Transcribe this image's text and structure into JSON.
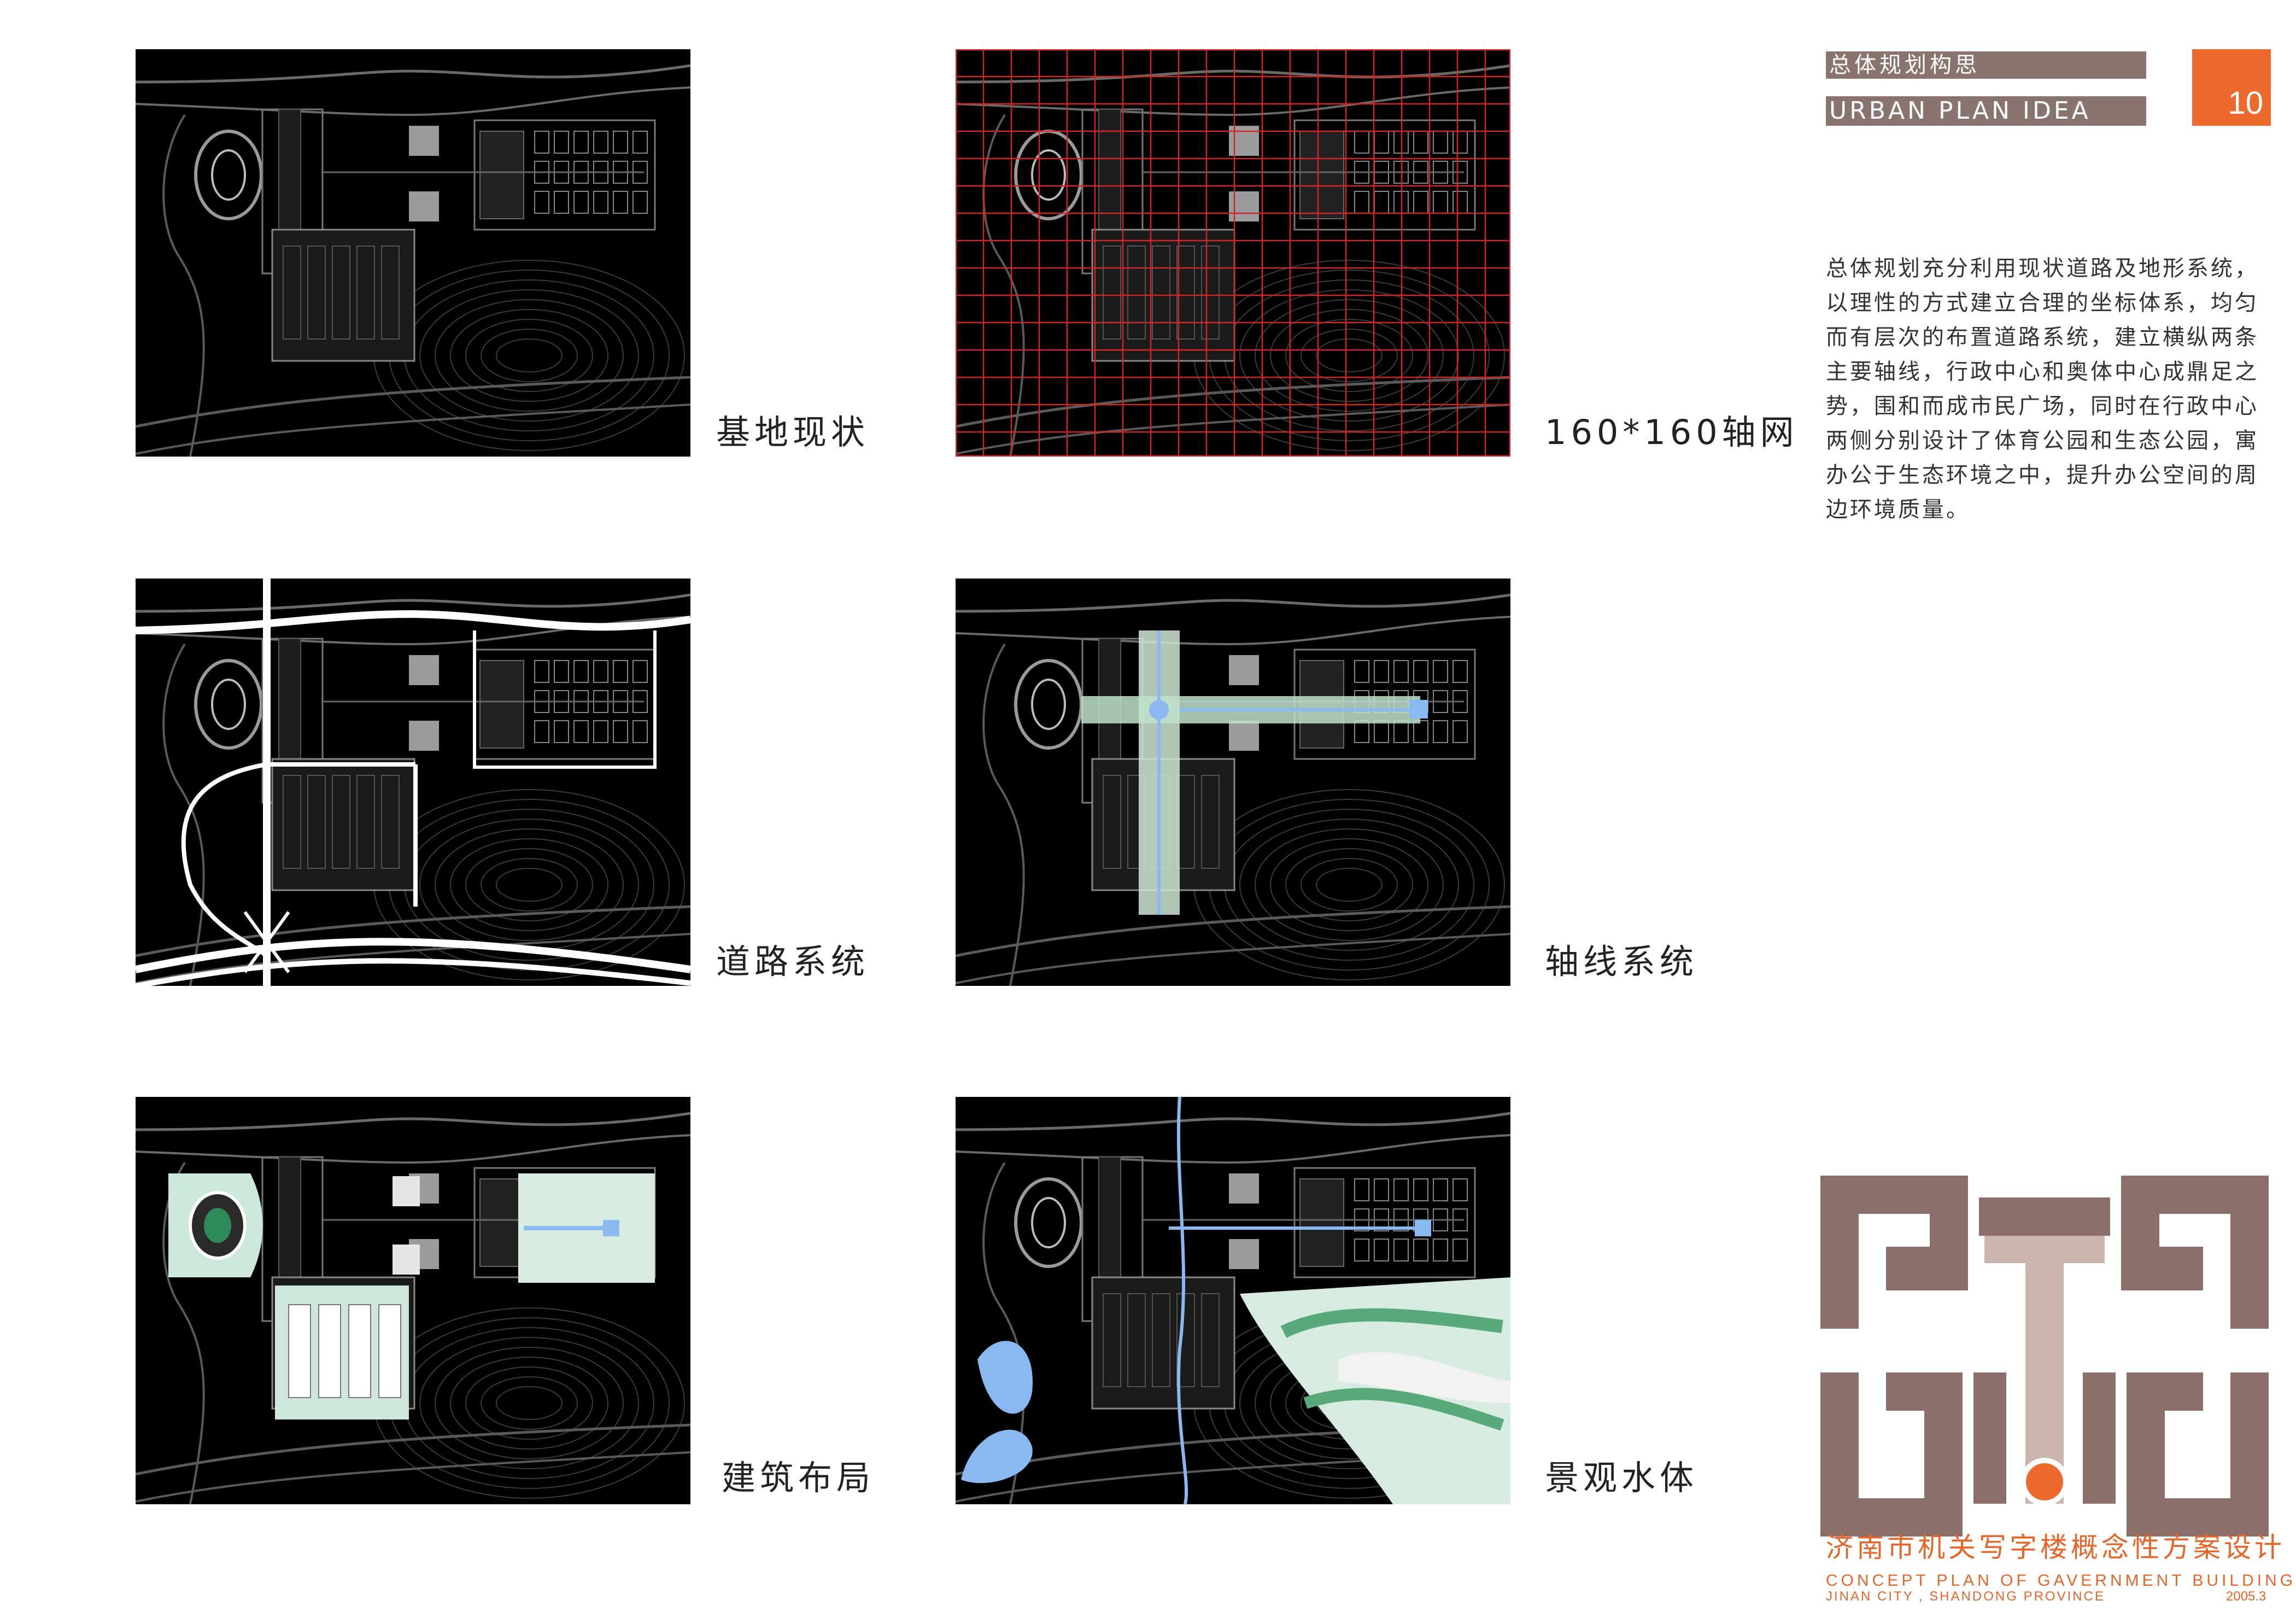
{
  "header": {
    "title_cn": "总体规划构思",
    "title_en": "URBAN PLAN IDEA",
    "page_number": "10"
  },
  "description": "总体规划充分利用现状道路及地形系统，以理性的方式建立合理的坐标体系，均匀而有层次的布置道路系统，建立横纵两条主要轴线，行政中心和奥体中心成鼎足之势，围和而成市民广场，同时在行政中心两侧分别设计了体育公园和生态公园，寓办公于生态环境之中，提升办公空间的周边环境质量。",
  "panels": [
    {
      "caption": "基地现状",
      "variant": "base"
    },
    {
      "caption": "160*160轴网",
      "variant": "grid"
    },
    {
      "caption": "道路系统",
      "variant": "roads"
    },
    {
      "caption": "轴线系统",
      "variant": "axis"
    },
    {
      "caption": "建筑布局",
      "variant": "buildings"
    },
    {
      "caption": "景观水体",
      "variant": "landscape"
    }
  ],
  "footer": {
    "title_cn": "济南市机关写字楼概念性方案设计",
    "title_en": "CONCEPT PLAN OF GAVERNMENT BUILDING",
    "location": "JINAN CITY , SHANDONG PROVINCE",
    "date": "2005.3"
  },
  "colors": {
    "header_bar": "#8a7470",
    "accent": "#ee6a2c",
    "logo": "#8b6e68",
    "logo_light": "#c9b5ac",
    "grid_red": "#d0262a",
    "water_blue": "#8ab8f0",
    "green": "#8fc9a0"
  }
}
